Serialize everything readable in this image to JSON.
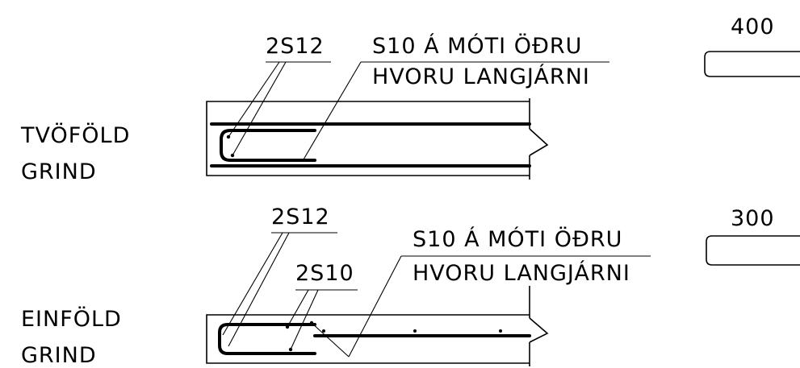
{
  "upper": {
    "title_line1": "TVÖFÖLD",
    "title_line2": "GRIND",
    "bar_label": "2S12",
    "stirrup_line1": "S10 Á MÓTI ÖÐRU",
    "stirrup_line2": "HVORU LANGJÁRNI",
    "dimension": "400"
  },
  "lower": {
    "title_line1": "EINFÖLD",
    "title_line2": "GRIND",
    "bar_label_top": "2S12",
    "bar_label_mid": "2S10",
    "stirrup_line1": "S10 Á MÓTI ÖÐRU",
    "stirrup_line2": "HVORU LANGJÁRNI",
    "dimension": "300"
  }
}
